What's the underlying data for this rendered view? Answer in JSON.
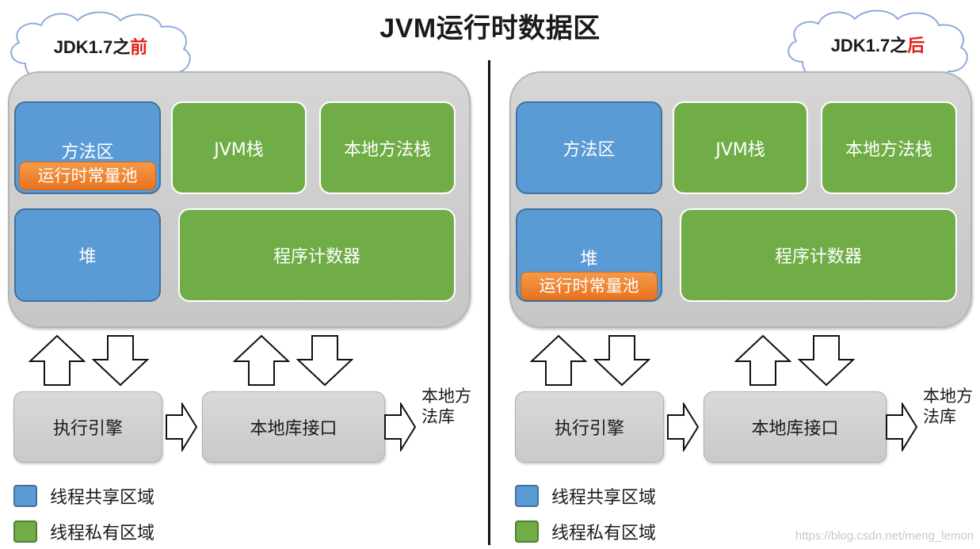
{
  "title": "JVM运行时数据区",
  "left": {
    "cloud_prefix": "JDK1.7之",
    "cloud_highlight": "前",
    "method_area": "方法区",
    "runtime_constant_pool": "运行时常量池",
    "jvm_stack": "JVM栈",
    "native_method_stack": "本地方法栈",
    "heap": "堆",
    "program_counter": "程序计数器",
    "execution_engine": "执行引擎",
    "native_interface": "本地库接口",
    "native_library_line1": "本地方",
    "native_library_line2": "法库",
    "legend_shared": "线程共享区域",
    "legend_private": "线程私有区域"
  },
  "right": {
    "cloud_prefix": "JDK1.7之",
    "cloud_highlight": "后",
    "method_area": "方法区",
    "runtime_constant_pool": "运行时常量池",
    "jvm_stack": "JVM栈",
    "native_method_stack": "本地方法栈",
    "heap": "堆",
    "program_counter": "程序计数器",
    "execution_engine": "执行引擎",
    "native_interface": "本地库接口",
    "native_library_line1": "本地方",
    "native_library_line2": "法库",
    "legend_shared": "线程共享区域",
    "legend_private": "线程私有区域"
  },
  "watermark": "https://blog.csdn.net/meng_lemon",
  "colors": {
    "shared": "#5b9bd5",
    "private": "#70ad47",
    "constant_pool": "#ed7d31",
    "highlight": "#e21b1b"
  }
}
